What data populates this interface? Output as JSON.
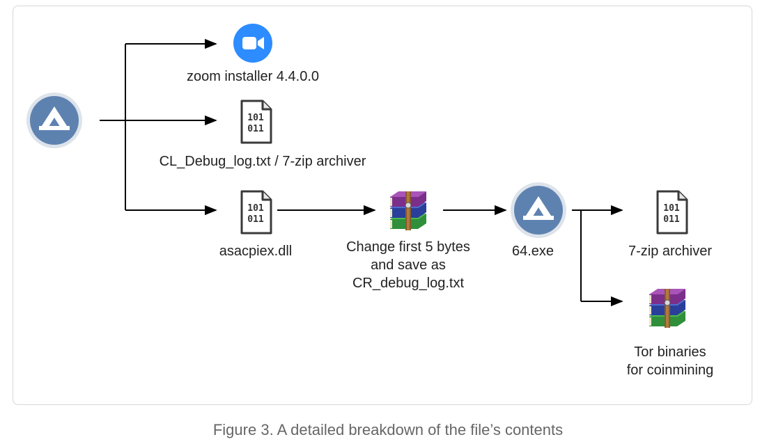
{
  "nodes": {
    "zoom": {
      "label": "zoom installer 4.4.0.0",
      "icon": "zoom-video-icon"
    },
    "cl_debug": {
      "label": "CL_Debug_log.txt / 7-zip archiver",
      "icon": "binary-file-icon",
      "glyph_top": "101",
      "glyph_bottom": "011"
    },
    "asacpiex": {
      "label": "asacpiex.dll",
      "icon": "binary-file-icon",
      "glyph_top": "101",
      "glyph_bottom": "011"
    },
    "change": {
      "label_lines": [
        "Change first 5 bytes",
        "and save as",
        "CR_debug_log.txt"
      ],
      "icon": "winrar-archive-icon"
    },
    "exe64": {
      "label": "64.exe",
      "icon": "malware-app-icon"
    },
    "sevenzip": {
      "label": "7-zip archiver",
      "icon": "binary-file-icon",
      "glyph_top": "101",
      "glyph_bottom": "011"
    },
    "tor": {
      "label_lines": [
        "Tor binaries",
        "for coinmining"
      ],
      "icon": "winrar-archive-icon"
    },
    "source": {
      "icon": "malware-app-icon"
    }
  },
  "caption": "Figure 3. A detailed breakdown of the file’s contents",
  "colors": {
    "zoom_blue": "#2D8CFF",
    "app_circle": "#5E82B0",
    "app_ring": "#DDE3EA",
    "arrow": "#000000",
    "text": "#222222"
  }
}
